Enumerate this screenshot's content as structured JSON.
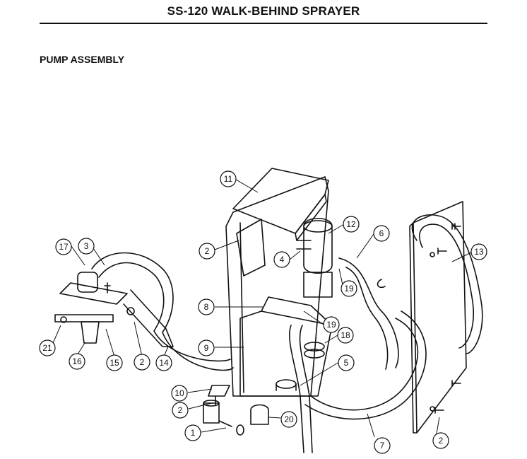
{
  "document": {
    "title": "SS-120 WALK-BEHIND SPRAYER",
    "section_title": "PUMP ASSEMBLY"
  },
  "callouts": [
    {
      "num": "11"
    },
    {
      "num": "12"
    },
    {
      "num": "6"
    },
    {
      "num": "13"
    },
    {
      "num": "17"
    },
    {
      "num": "3"
    },
    {
      "num": "2"
    },
    {
      "num": "4"
    },
    {
      "num": "19"
    },
    {
      "num": "8"
    },
    {
      "num": "19"
    },
    {
      "num": "18"
    },
    {
      "num": "9"
    },
    {
      "num": "5"
    },
    {
      "num": "21"
    },
    {
      "num": "16"
    },
    {
      "num": "15"
    },
    {
      "num": "2"
    },
    {
      "num": "14"
    },
    {
      "num": "10"
    },
    {
      "num": "2"
    },
    {
      "num": "20"
    },
    {
      "num": "1"
    },
    {
      "num": "7"
    },
    {
      "num": "2"
    }
  ]
}
